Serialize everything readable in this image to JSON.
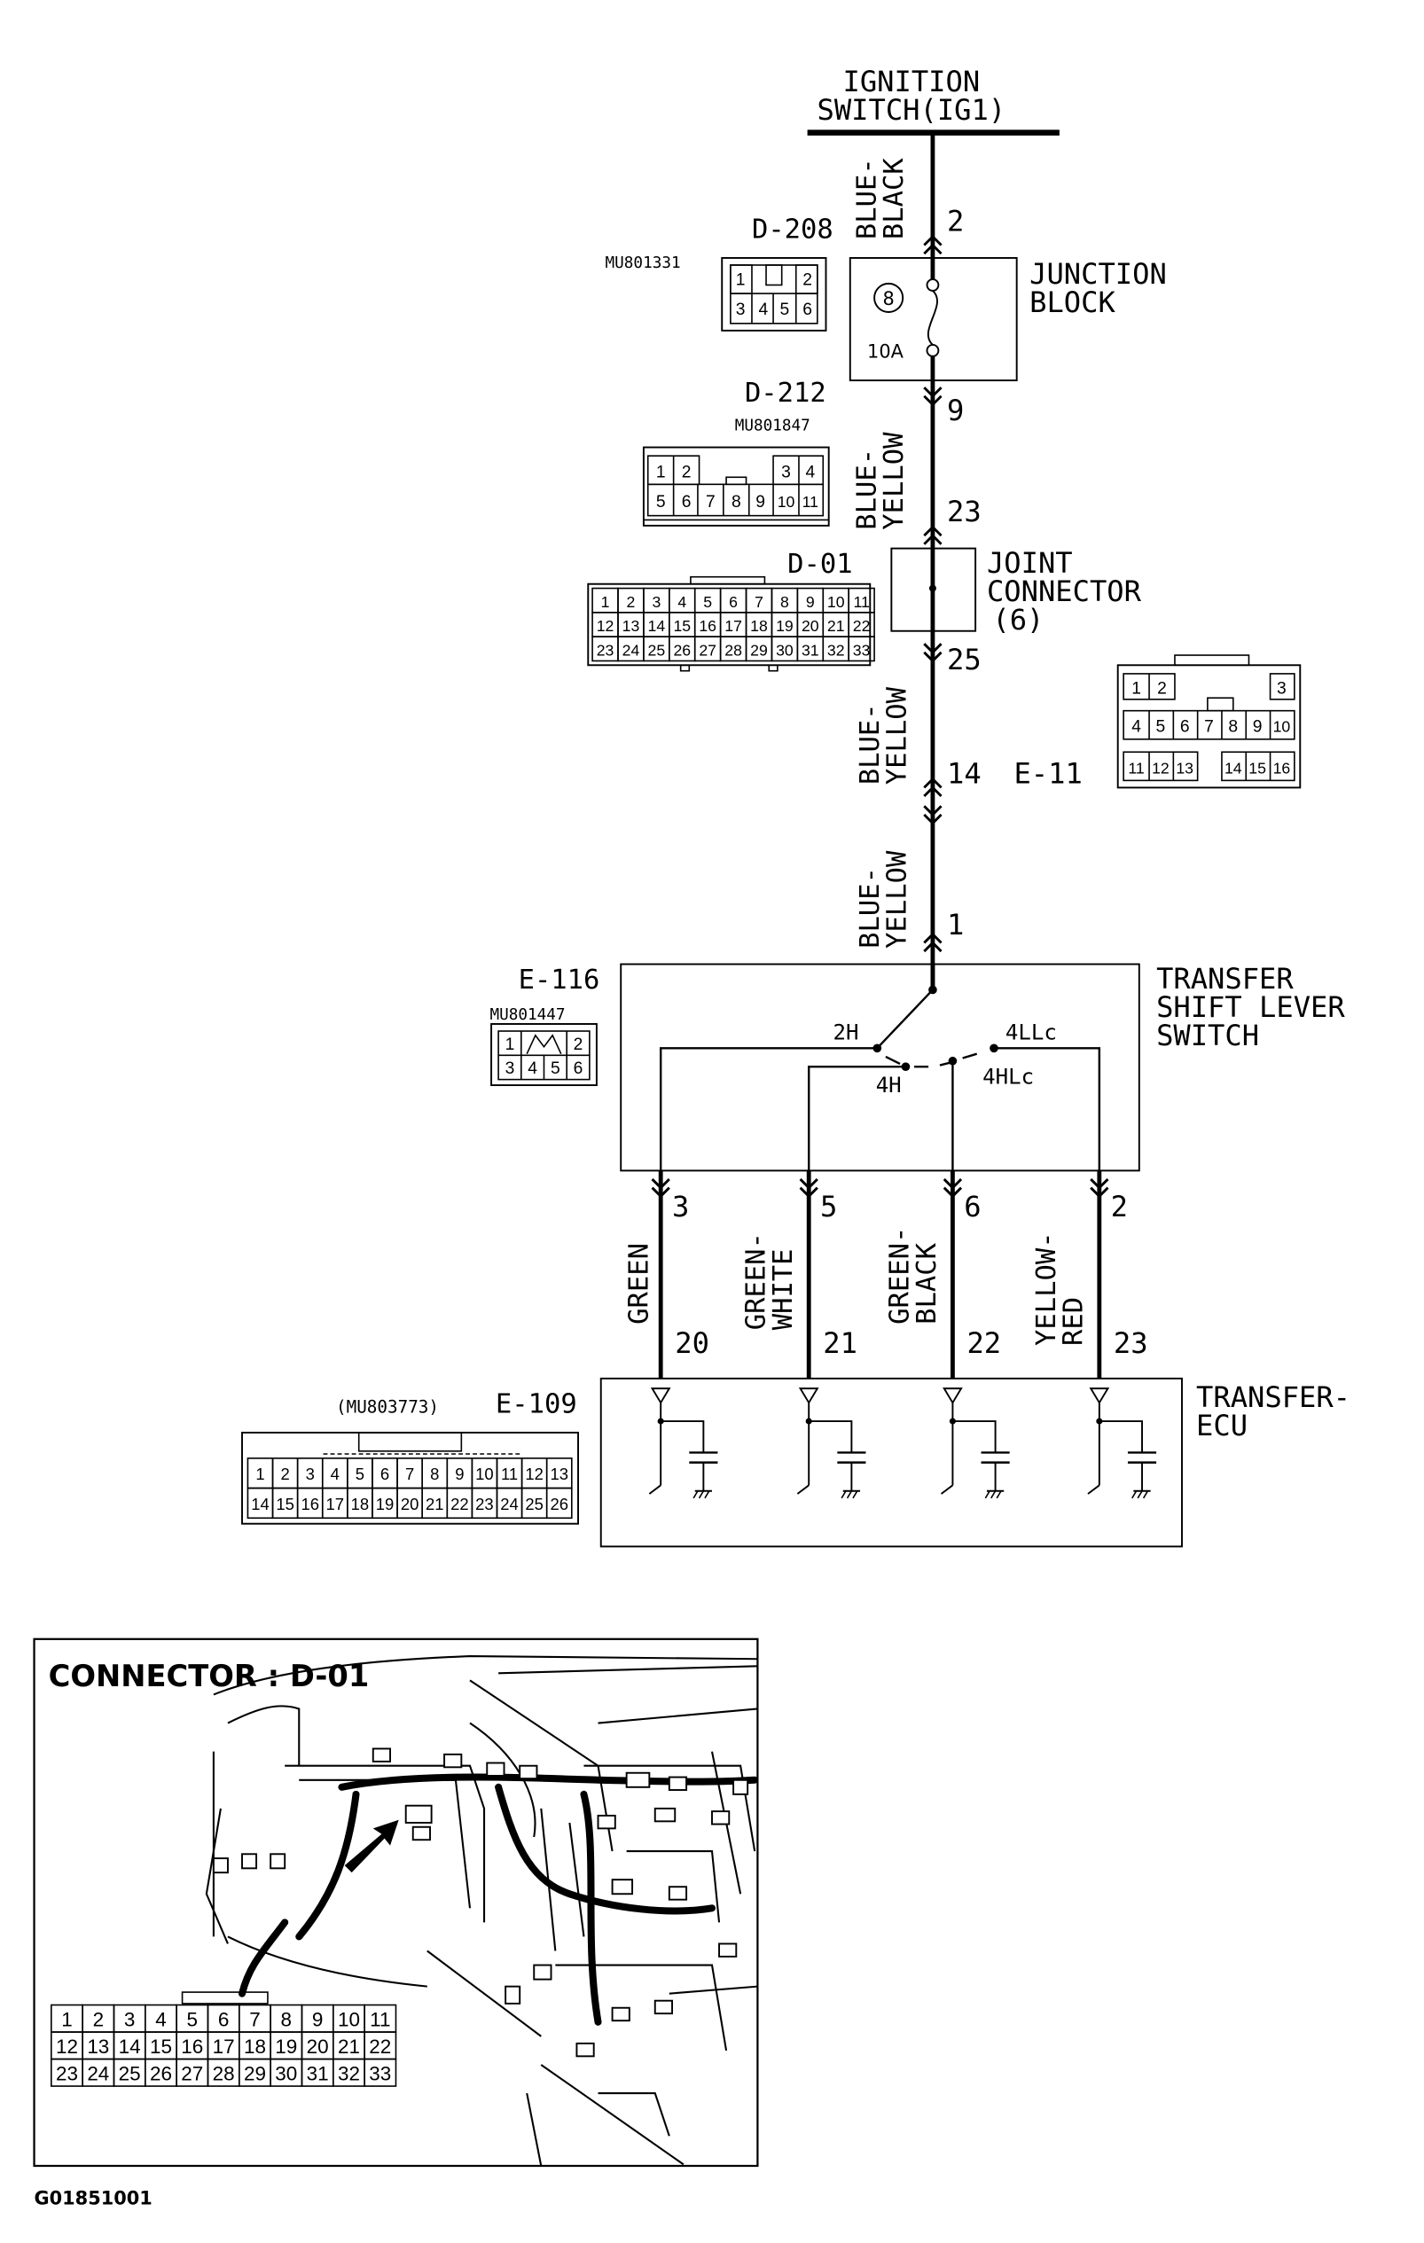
{
  "ignition": {
    "line1": "IGNITION",
    "line2": "SWITCH(IG1)"
  },
  "wires": {
    "w1": [
      "BLUE-",
      "BLACK"
    ],
    "w2": [
      "BLUE-",
      "YELLOW"
    ],
    "w3": [
      "BLUE-",
      "YELLOW"
    ],
    "w4": [
      "BLUE-",
      "YELLOW"
    ],
    "out": [
      [
        "GREEN",
        ""
      ],
      [
        "GREEN-",
        "WHITE"
      ],
      [
        "GREEN-",
        "BLACK"
      ],
      [
        "YELLOW-",
        "RED"
      ]
    ]
  },
  "pins": {
    "p2": "2",
    "p9": "9",
    "p23": "23",
    "p25": "25",
    "p14": "14",
    "p1": "1",
    "sw": [
      "3",
      "5",
      "6",
      "2"
    ],
    "ecu": [
      "20",
      "21",
      "22",
      "23"
    ]
  },
  "junction_block": {
    "title": [
      "JUNCTION",
      "BLOCK"
    ],
    "fuse_no": "8",
    "amps": "10A"
  },
  "joint_connector": {
    "title": [
      "JOINT",
      "CONNECTOR",
      "(6)"
    ]
  },
  "e11_label": "E-11",
  "switch": {
    "title": [
      "TRANSFER",
      "SHIFT LEVER",
      "SWITCH"
    ],
    "pos_2h": "2H",
    "pos_4h": "4H",
    "pos_4hlc": "4HLc",
    "pos_4llc": "4LLc"
  },
  "ecu": {
    "title": [
      "TRANSFER-",
      "ECU"
    ]
  },
  "connectors": {
    "d208": {
      "name": "D-208",
      "part": "MU801331"
    },
    "d212": {
      "name": "D-212",
      "part": "MU801847"
    },
    "d01": {
      "name": "D-01"
    },
    "e116": {
      "name": "E-116",
      "part": "MU801447"
    },
    "e109": {
      "name": "E-109",
      "part": "(MU803773)"
    }
  },
  "inset": {
    "title": "CONNECTOR : D-01"
  },
  "figure_code": "G01851001"
}
